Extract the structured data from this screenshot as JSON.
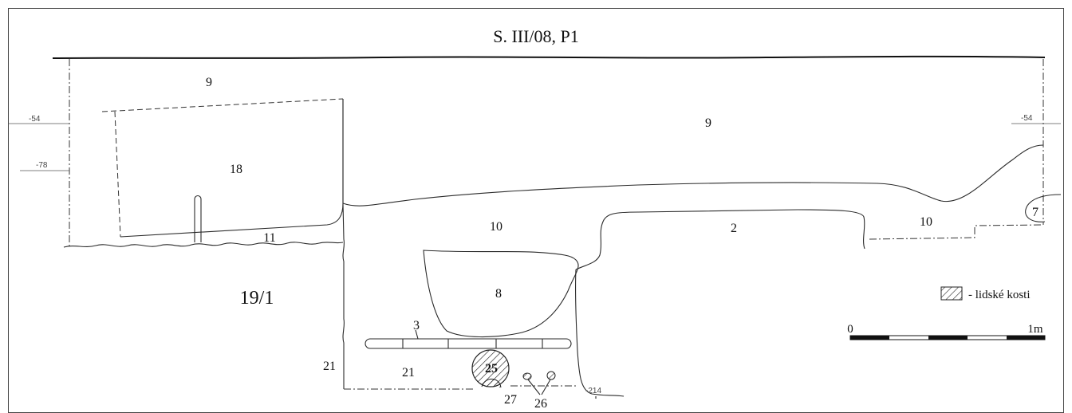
{
  "title": "S. III/08, P1",
  "layers": {
    "l9_left": "9",
    "l9_main": "9",
    "l18": "18",
    "l11": "11",
    "l19_1": "19/1",
    "l10_mid": "10",
    "l10_right": "10",
    "l2": "2",
    "l7": "7",
    "l8": "8",
    "l3": "3",
    "l21_left": "21",
    "l21_mid": "21",
    "l25": "25",
    "l27": "27",
    "l26": "26"
  },
  "depths": {
    "left_top": "-54",
    "left_bottom": "-78",
    "right_top": "-54",
    "bottom": "-214"
  },
  "legend": {
    "bones": "- lidské kosti"
  },
  "scale": {
    "start": "0",
    "end": "1m"
  }
}
